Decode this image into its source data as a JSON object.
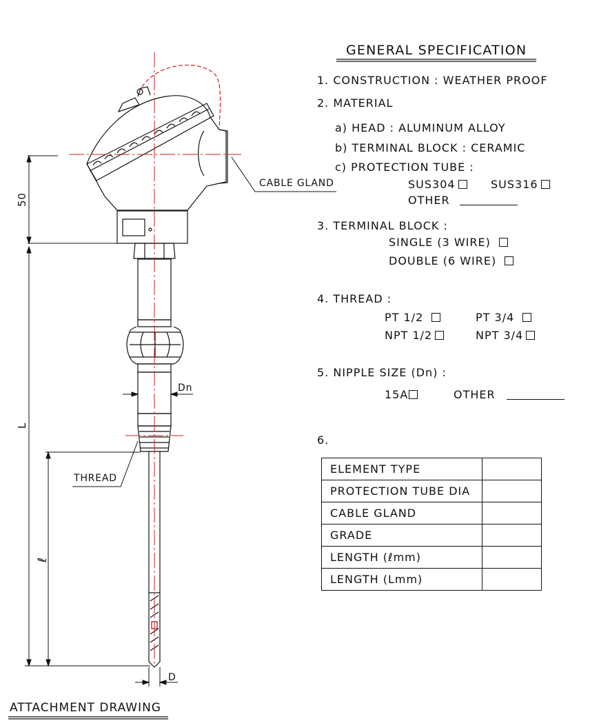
{
  "spec": {
    "title": "GENERAL SPECIFICATION",
    "construction": "1.  CONSTRUCTION  :  WEATHER  PROOF",
    "material": "2.  MATERIAL",
    "head": "a)  HEAD  :  ALUMINUM  ALLOY",
    "terminal_block_mat": "b)  TERMINAL  BLOCK  :  CERAMIC",
    "protection_tube": "c)  PROTECTION  TUBE  :",
    "sus304": "SUS304",
    "sus316": "SUS316",
    "other": "OTHER",
    "terminal_block": "3.  TERMINAL  BLOCK  :",
    "single": "SINGLE   (3  WIRE)",
    "double": "DOUBLE  (6  WIRE)",
    "thread": "4.  THREAD  :",
    "pt12": "PT  1/2",
    "pt34": "PT  3/4",
    "npt12": "NPT  1/2",
    "npt34": "NPT  3/4",
    "nipple": "5.  NIPPLE  SIZE  (Dn)  :",
    "a15": "15A",
    "other2": "OTHER",
    "six": "6."
  },
  "table": {
    "rows": [
      "ELEMENT  TYPE",
      "PROTECTION  TUBE  DIA",
      "CABLE  GLAND",
      "GRADE",
      "LENGTH    (ℓmm)",
      "LENGTH    (Lmm)"
    ]
  },
  "labels": {
    "cable_gland": "CABLE  GLAND",
    "dim_50": "50",
    "dim_L": "L",
    "dim_l": "ℓ",
    "dn": "Dn",
    "thread": "THREAD",
    "d": "D",
    "attachment": "ATTACHMENT  DRAWING"
  },
  "colors": {
    "line": "#111111",
    "centerline": "#cc1f1f"
  }
}
